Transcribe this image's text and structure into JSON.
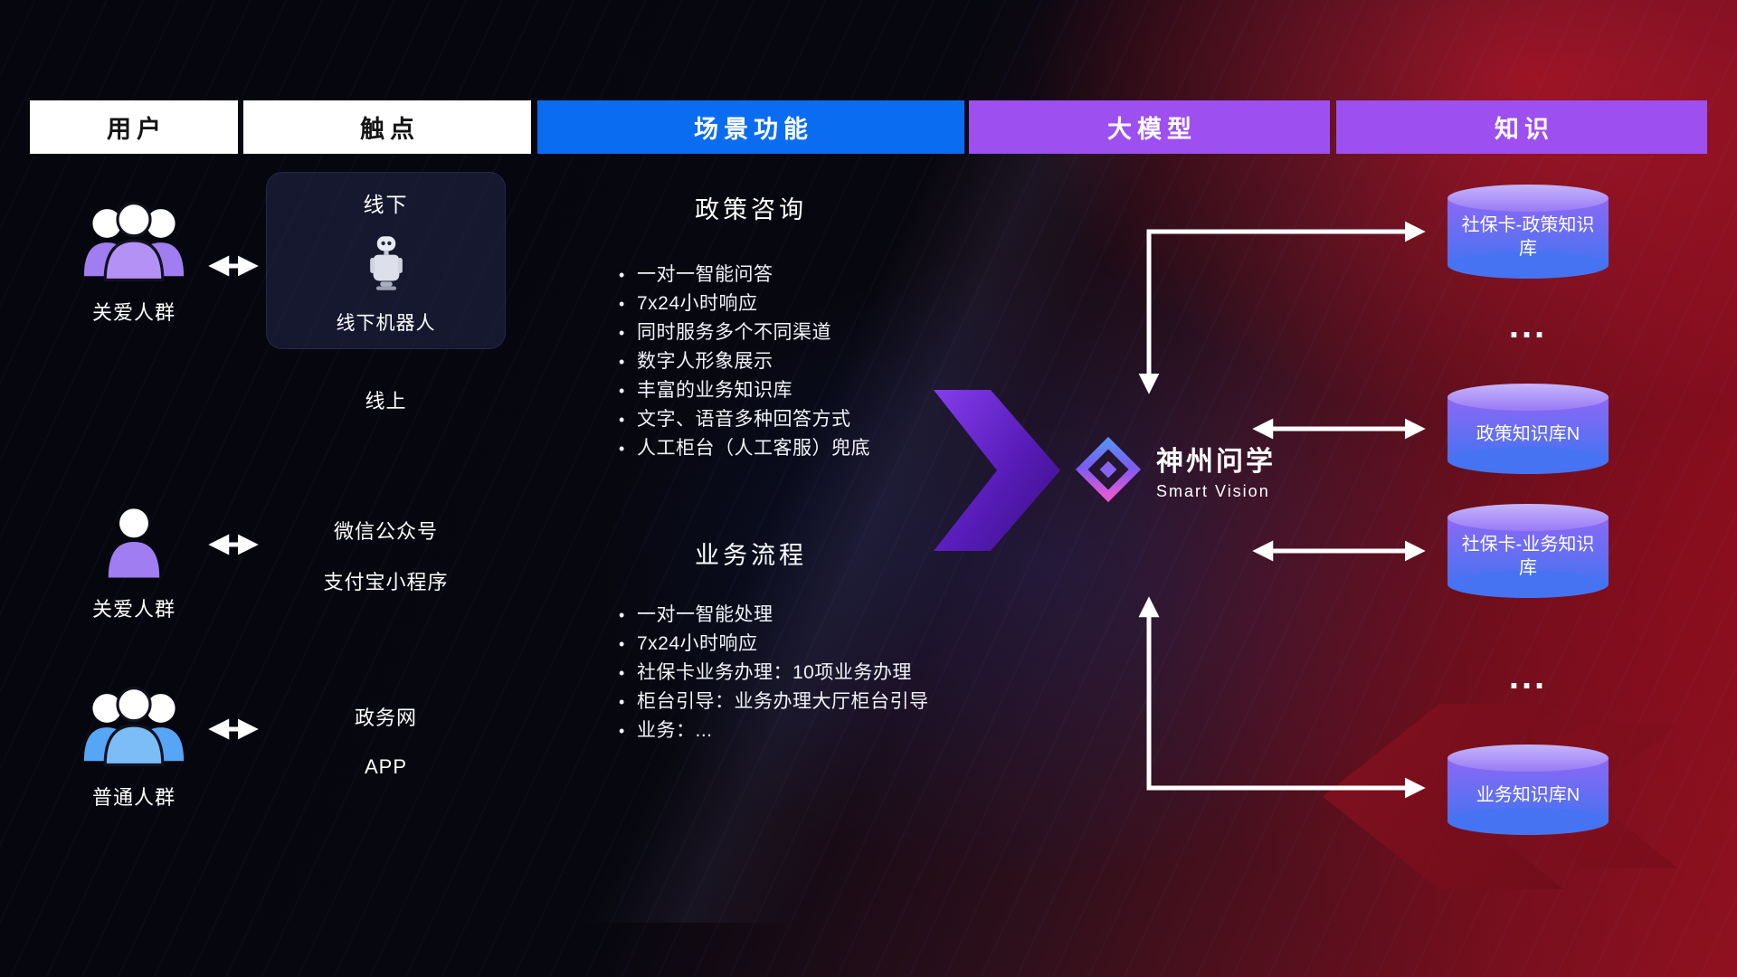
{
  "headers": [
    {
      "label": "用户"
    },
    {
      "label": "触点"
    },
    {
      "label": "场景功能"
    },
    {
      "label": "大模型"
    },
    {
      "label": "知识"
    }
  ],
  "users": [
    {
      "label": "关爱人群",
      "icon": "group-users-purple"
    },
    {
      "label": "关爱人群",
      "icon": "single-user-purple"
    },
    {
      "label": "普通人群",
      "icon": "group-users-blue"
    }
  ],
  "touchpoints": {
    "offline_title": "线下",
    "offline_robot": "线下机器人",
    "online_title": "线上",
    "wechat": "微信公众号",
    "alipay": "支付宝小程序",
    "gov": "政务网",
    "app": "APP"
  },
  "scenarios": [
    {
      "title": "政策咨询",
      "bullets": [
        "一对一智能问答",
        "7x24小时响应",
        "同时服务多个不同渠道",
        "数字人形象展示",
        "丰富的业务知识库",
        "文字、语音多种回答方式",
        "人工柜台（人工客服）兜底"
      ]
    },
    {
      "title": "业务流程",
      "bullets": [
        "一对一智能处理",
        "7x24小时响应",
        "社保卡业务办理：10项业务办理",
        "柜台引导：业务办理大厅柜台引导",
        "业务：..."
      ]
    }
  ],
  "model": {
    "name": "神州问学",
    "subtitle": "Smart Vision"
  },
  "knowledge": {
    "db1": "社保卡-政策知识库",
    "db2": "政策知识库N",
    "db3": "社保卡-业务知识库",
    "db4": "业务知识库N",
    "ellipsis": "..."
  },
  "colors": {
    "header_blue": "#0a6cf0",
    "header_purple": "#9d4ff0",
    "db_gradient_top": "#8d68f4",
    "db_gradient_bottom": "#4673f2",
    "flow_arrow_purple": "#5a1cc0",
    "connector_white": "#ffffff"
  }
}
